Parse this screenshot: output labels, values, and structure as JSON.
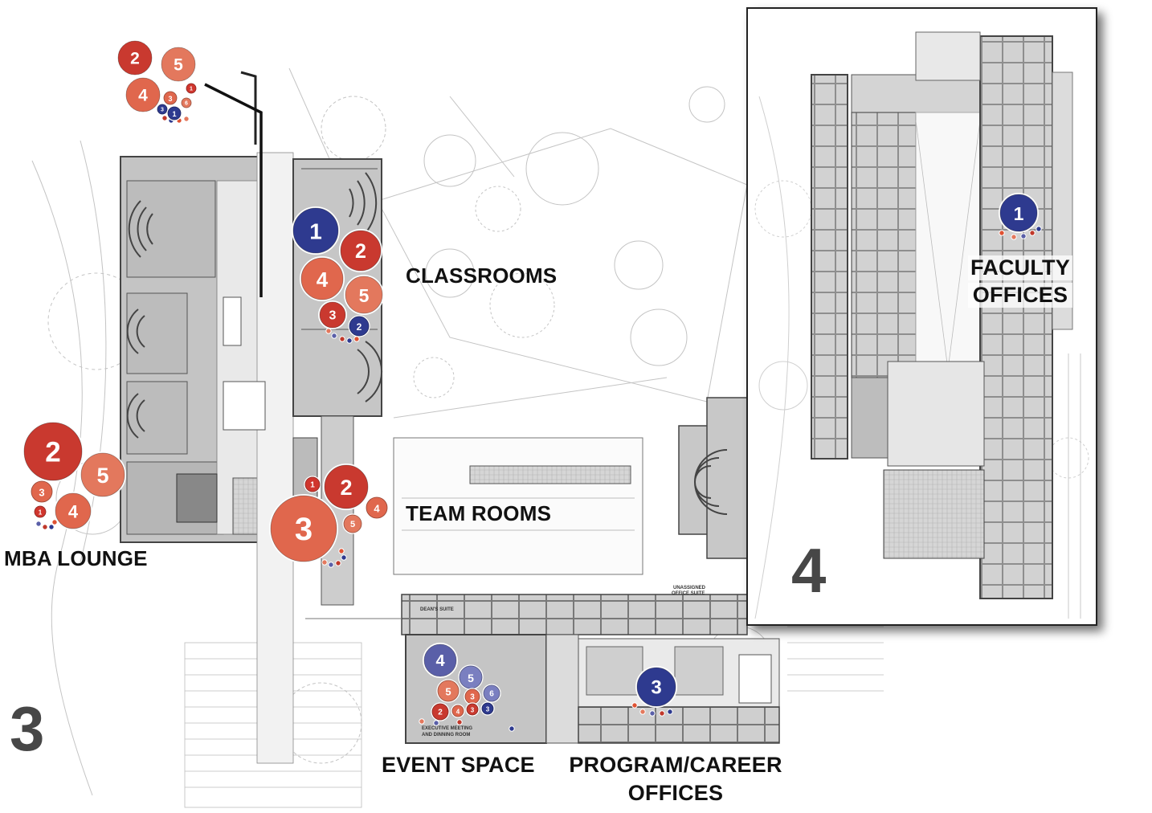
{
  "floors": [
    {
      "id": "3",
      "label": "3"
    },
    {
      "id": "4",
      "label": "4"
    }
  ],
  "areas": {
    "classrooms": "CLASSROOMS",
    "team_rooms": "TEAM ROOMS",
    "mba_lounge": "MBA LOUNGE",
    "event_space": "EVENT SPACE",
    "program_career_1": "PROGRAM/CAREER",
    "program_career_2": "OFFICES",
    "faculty_1": "FACULTY",
    "faculty_2": "OFFICES"
  },
  "small_labels": {
    "deans_suite": "DEAN'S SUITE",
    "unassigned_1": "UNASSIGNED",
    "unassigned_2": "OFFICE SUITE",
    "exec_1": "EXECUTIVE MEETING",
    "exec_2": "AND DINNING ROOM"
  },
  "colors": {
    "rank_1_red": "#d0362e",
    "rank_2_red": "#c9392f",
    "rank_3_red": "#df5233",
    "rank_4_orange": "#e0674d",
    "rank_5_salmon": "#e3785d",
    "rank_6_salmon": "#e98a6c",
    "blue_dark": "#2e3a8f",
    "blue_mid": "#5a5fa8",
    "blue_light": "#7a7fc0",
    "floor_plan_gray": "#c9c9c9",
    "floor_number": "#474747"
  },
  "markers": [
    {
      "group": "top",
      "rank": "2",
      "tone": "red"
    },
    {
      "group": "top",
      "rank": "5",
      "tone": "salmon"
    },
    {
      "group": "top",
      "rank": "4",
      "tone": "orange"
    },
    {
      "group": "top",
      "rank": "3",
      "tone": "orange"
    },
    {
      "group": "top",
      "rank": "1",
      "tone": "red"
    },
    {
      "group": "top",
      "rank": "6",
      "tone": "salmon"
    },
    {
      "group": "top",
      "rank": "3",
      "tone": "blue"
    },
    {
      "group": "top",
      "rank": "1",
      "tone": "blue"
    },
    {
      "group": "classrooms",
      "rank": "1",
      "tone": "blue"
    },
    {
      "group": "classrooms",
      "rank": "2",
      "tone": "red"
    },
    {
      "group": "classrooms",
      "rank": "4",
      "tone": "orange"
    },
    {
      "group": "classrooms",
      "rank": "5",
      "tone": "salmon"
    },
    {
      "group": "classrooms",
      "rank": "3",
      "tone": "red"
    },
    {
      "group": "classrooms",
      "rank": "2",
      "tone": "blue"
    },
    {
      "group": "mba_lounge",
      "rank": "2",
      "tone": "red"
    },
    {
      "group": "mba_lounge",
      "rank": "5",
      "tone": "salmon"
    },
    {
      "group": "mba_lounge",
      "rank": "3",
      "tone": "orange"
    },
    {
      "group": "mba_lounge",
      "rank": "4",
      "tone": "orange"
    },
    {
      "group": "mba_lounge",
      "rank": "1",
      "tone": "red"
    },
    {
      "group": "team_rooms",
      "rank": "1",
      "tone": "red"
    },
    {
      "group": "team_rooms",
      "rank": "2",
      "tone": "red"
    },
    {
      "group": "team_rooms",
      "rank": "3",
      "tone": "orange"
    },
    {
      "group": "team_rooms",
      "rank": "4",
      "tone": "orange"
    },
    {
      "group": "team_rooms",
      "rank": "5",
      "tone": "salmon"
    },
    {
      "group": "event_space",
      "rank": "4",
      "tone": "blue"
    },
    {
      "group": "event_space",
      "rank": "5",
      "tone": "blue"
    },
    {
      "group": "event_space",
      "rank": "5",
      "tone": "salmon"
    },
    {
      "group": "event_space",
      "rank": "3",
      "tone": "orange"
    },
    {
      "group": "event_space",
      "rank": "6",
      "tone": "blue"
    },
    {
      "group": "event_space",
      "rank": "2",
      "tone": "red"
    },
    {
      "group": "event_space",
      "rank": "4",
      "tone": "orange"
    },
    {
      "group": "event_space",
      "rank": "3",
      "tone": "red"
    },
    {
      "group": "event_space",
      "rank": "3",
      "tone": "blue"
    },
    {
      "group": "program_offices",
      "rank": "3",
      "tone": "blue"
    },
    {
      "group": "faculty_offices",
      "rank": "1",
      "tone": "blue"
    }
  ]
}
